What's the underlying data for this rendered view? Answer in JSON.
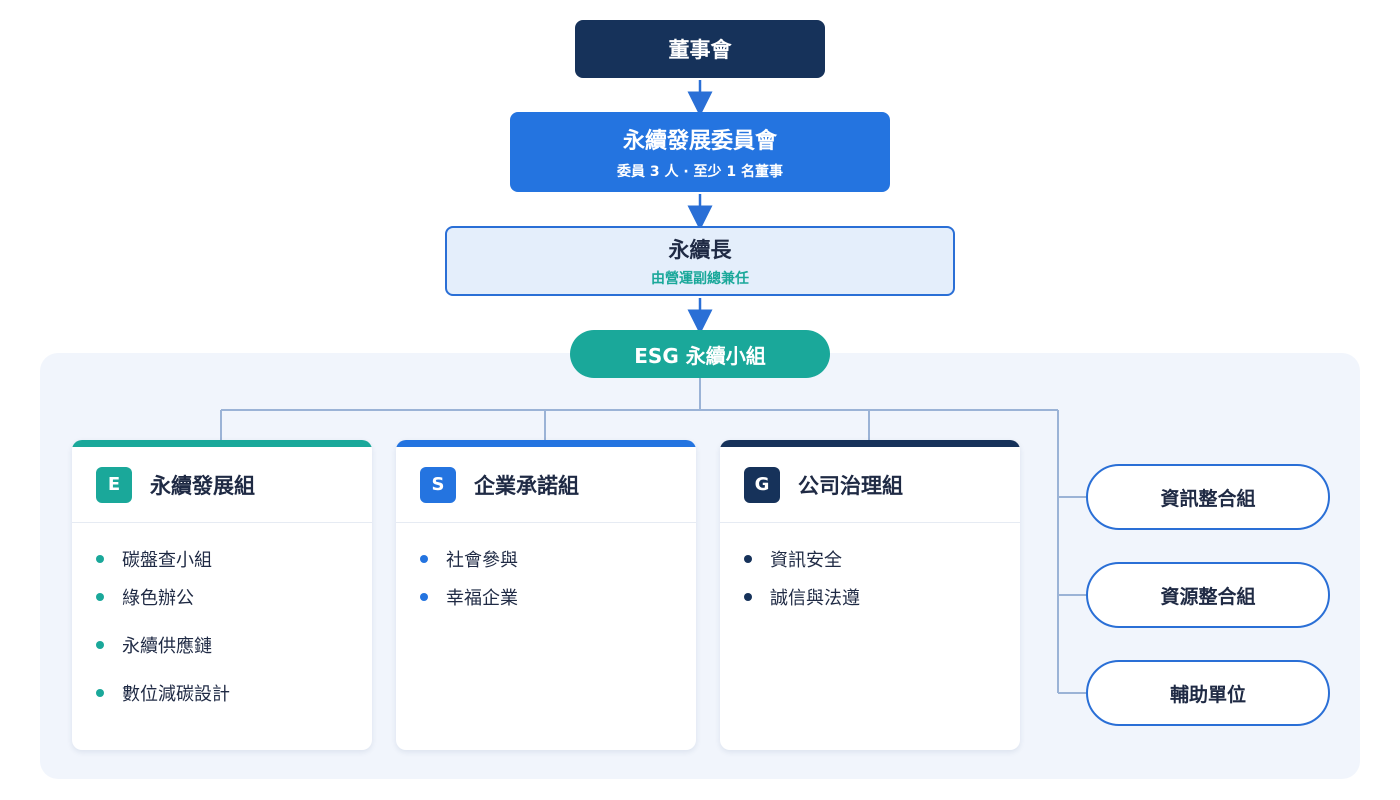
{
  "colors": {
    "navy": "#16325a",
    "blue": "#2474e0",
    "teal": "#1aa89a",
    "light_blue_fill": "#e4eefb",
    "panel": "#f1f5fc",
    "connector": "#9bb3d6",
    "arrow": "#2a6fd6"
  },
  "board": {
    "title": "董事會"
  },
  "committee": {
    "title": "永續發展委員會",
    "subtitle": "委員 3 人 · 至少 1 名董事"
  },
  "cso": {
    "title": "永續長",
    "subtitle": "由營運副總兼任"
  },
  "esg": {
    "title": "ESG 永續小組"
  },
  "groups": [
    {
      "badge": "E",
      "title": "永續發展組",
      "items": [
        "碳盤查小組",
        "綠色辦公",
        "永續供應鏈",
        "數位減碳設計"
      ]
    },
    {
      "badge": "S",
      "title": "企業承諾組",
      "items": [
        "社會參與",
        "幸福企業"
      ]
    },
    {
      "badge": "G",
      "title": "公司治理組",
      "items": [
        "資訊安全",
        "誠信與法遵"
      ]
    }
  ],
  "support_units": [
    "資訊整合組",
    "資源整合組",
    "輔助單位"
  ]
}
